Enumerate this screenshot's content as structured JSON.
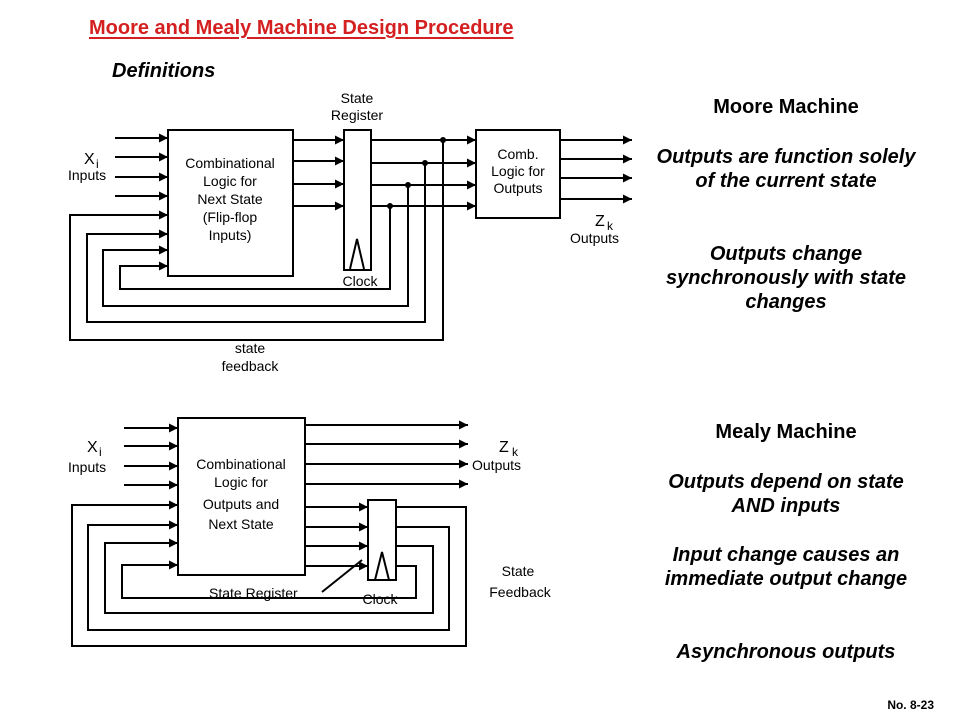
{
  "title": "Moore and Mealy Machine Design Procedure",
  "subtitle": "Definitions",
  "moore": {
    "heading": "Moore Machine",
    "desc1": "Outputs are function solely of the current state",
    "desc2": "Outputs change synchronously with state changes",
    "diagram": {
      "state_register_line1": "State",
      "state_register_line2": "Register",
      "inputs_var": "X",
      "inputs_sub": "i",
      "inputs_label": "Inputs",
      "comb_logic_lines": [
        "Combinational",
        "Logic for",
        "Next State",
        "(Flip-flop",
        "Inputs)"
      ],
      "output_logic_lines": [
        "Comb.",
        "Logic for",
        "Outputs"
      ],
      "outputs_var": "Z",
      "outputs_sub": "k",
      "outputs_label": "Outputs",
      "clock_label": "Clock",
      "feedback_line1": "state",
      "feedback_line2": "feedback"
    }
  },
  "mealy": {
    "heading": "Mealy Machine",
    "desc1": "Outputs depend on state AND inputs",
    "desc2": "Input change causes an immediate output change",
    "desc3": "Asynchronous outputs",
    "diagram": {
      "inputs_var": "X",
      "inputs_sub": "i",
      "inputs_label": "Inputs",
      "comb_logic_lines": [
        "Combinational",
        "Logic for",
        "Outputs and",
        "Next State"
      ],
      "outputs_var": "Z",
      "outputs_sub": "k",
      "outputs_label": "Outputs",
      "state_register_label": "State Register",
      "clock_label": "Clock",
      "feedback_line1": "State",
      "feedback_line2": "Feedback"
    }
  },
  "slide_number": "No. 8-23",
  "colors": {
    "title": "#d42020",
    "text": "#000000",
    "background": "#ffffff"
  }
}
